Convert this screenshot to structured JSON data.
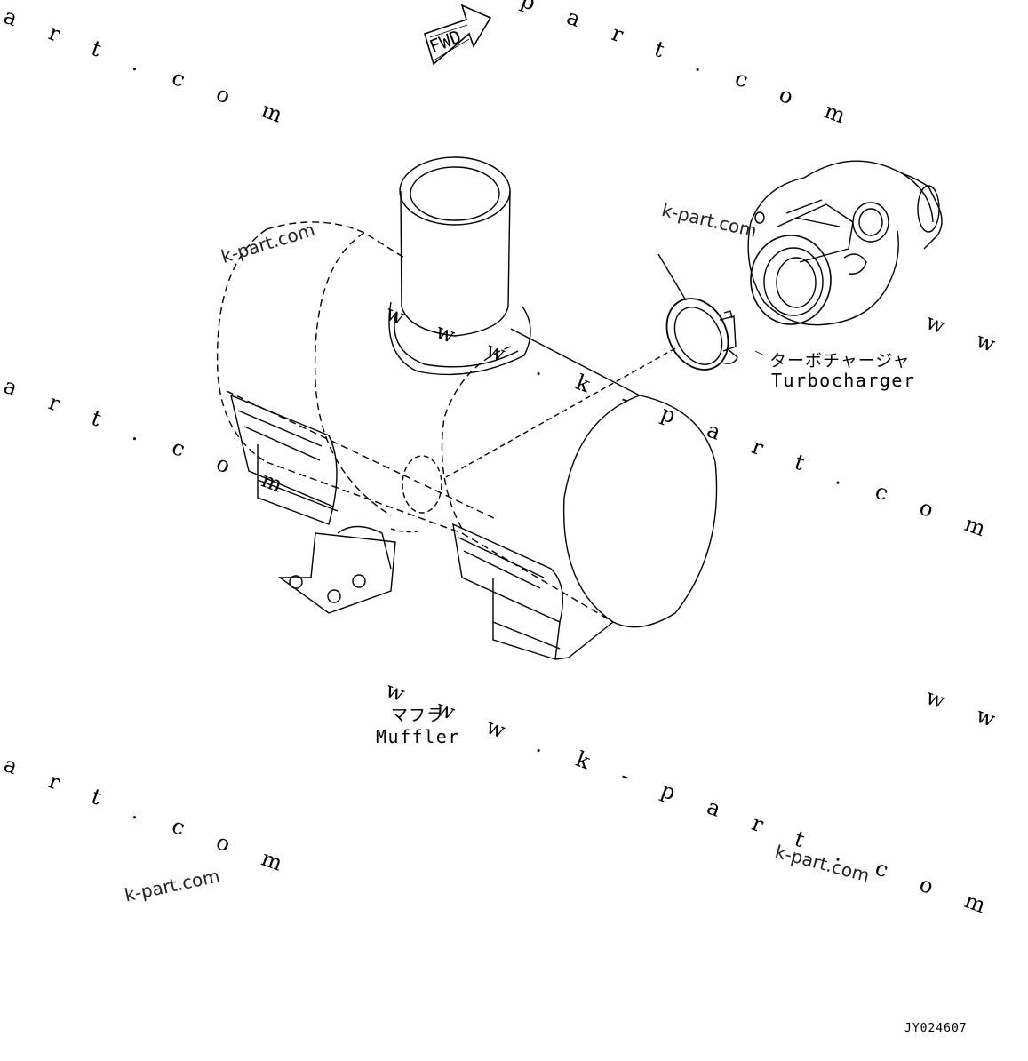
{
  "labels": {
    "turbocharger_jp": "ターボチャージャ",
    "turbocharger_en": "Turbocharger",
    "muffler_jp": "マフラ",
    "muffler_en": "Muffler",
    "fwd": "FWD",
    "drawing_code": "JY024607"
  },
  "watermarks": {
    "art_com": "a r t . c o m",
    "www_k_part_com": "w w w . k - p a r t . c o m",
    "www": "w w w .",
    "k_part_com": "k-part.com",
    "part_com": "p a r t . c o m"
  }
}
